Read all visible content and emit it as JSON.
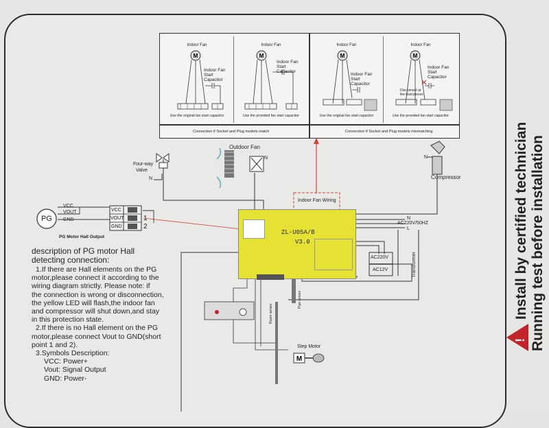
{
  "panel": {
    "sub1": {
      "title": "Indoor Fan",
      "cap": "Use the original fan start capacitor",
      "cap_label": "Indoor Fan Start Capacitor"
    },
    "sub2": {
      "title": "Indoor Fan",
      "cap": "Use the provided fan start capacitor",
      "cap_label": "Indoor Fan Start Capacitor"
    },
    "sub3": {
      "title": "Indoor Fan",
      "cap": "Use the original fan start capacitor",
      "cap_label": "Indoor Fan Start Capacitor"
    },
    "sub4": {
      "title": "Indoor Fan",
      "cap": "Use the provided fan start capacitor",
      "cap_label": "Indoor Fan Start Capacitor",
      "note": "Disconnect at the lead pieces"
    },
    "caption_left": "Connection if Socket and Plug models match",
    "caption_right": "Connection if Socket and Plug models mismatching",
    "motor_symbol": "M"
  },
  "components": {
    "outdoor_fan": "Outdoor Fan",
    "four_way": "Four-way",
    "valve": "Valve",
    "compressor": "Compressor",
    "n": "N",
    "l": "L",
    "indoor_fan_wiring": "Indoor Fan Wiring",
    "ac_supply": "AC220V/50HZ",
    "ac220": "AC220V",
    "ac12": "AC12V",
    "transformer": "Transformer",
    "step_motor": "Step Motor",
    "room_sensor": "Room sensor",
    "pipe_sensor": "Pipe sensor"
  },
  "pg": {
    "label": "PG",
    "vcc": "VCC",
    "vout": "VOUT",
    "gnd": "GND",
    "pin1": "1",
    "pin2": "2",
    "caption": "PG Motor Hall Output"
  },
  "board": {
    "model": "ZL-U05A/B",
    "version": "V3.0"
  },
  "description": {
    "title": "description of PG motor Hall detecting connection:",
    "lines": [
      "1.If there are Hall elements on the PG",
      "motor,please connect it according to the",
      "wiring diagram strictly. Please note: if",
      "the connection is wrong or disconnection,",
      "the yellow LED will flash,the indoor fan",
      "and compressor will shut down,and stay",
      "in this protection state.",
      "2.If there is no Hall element on the PG",
      "motor,please connect Vout to GND(short",
      "point 1 and 2).",
      "3.Symbols Description:",
      "VCC: Power+",
      "Vout: Signal Output",
      "GND: Power-"
    ]
  },
  "side_text": {
    "line1": "Install by certified technician",
    "line2": "Running test before installation"
  },
  "colors": {
    "board": "#e6e233",
    "arrow": "#d2443a",
    "warning": "#c4232a"
  }
}
